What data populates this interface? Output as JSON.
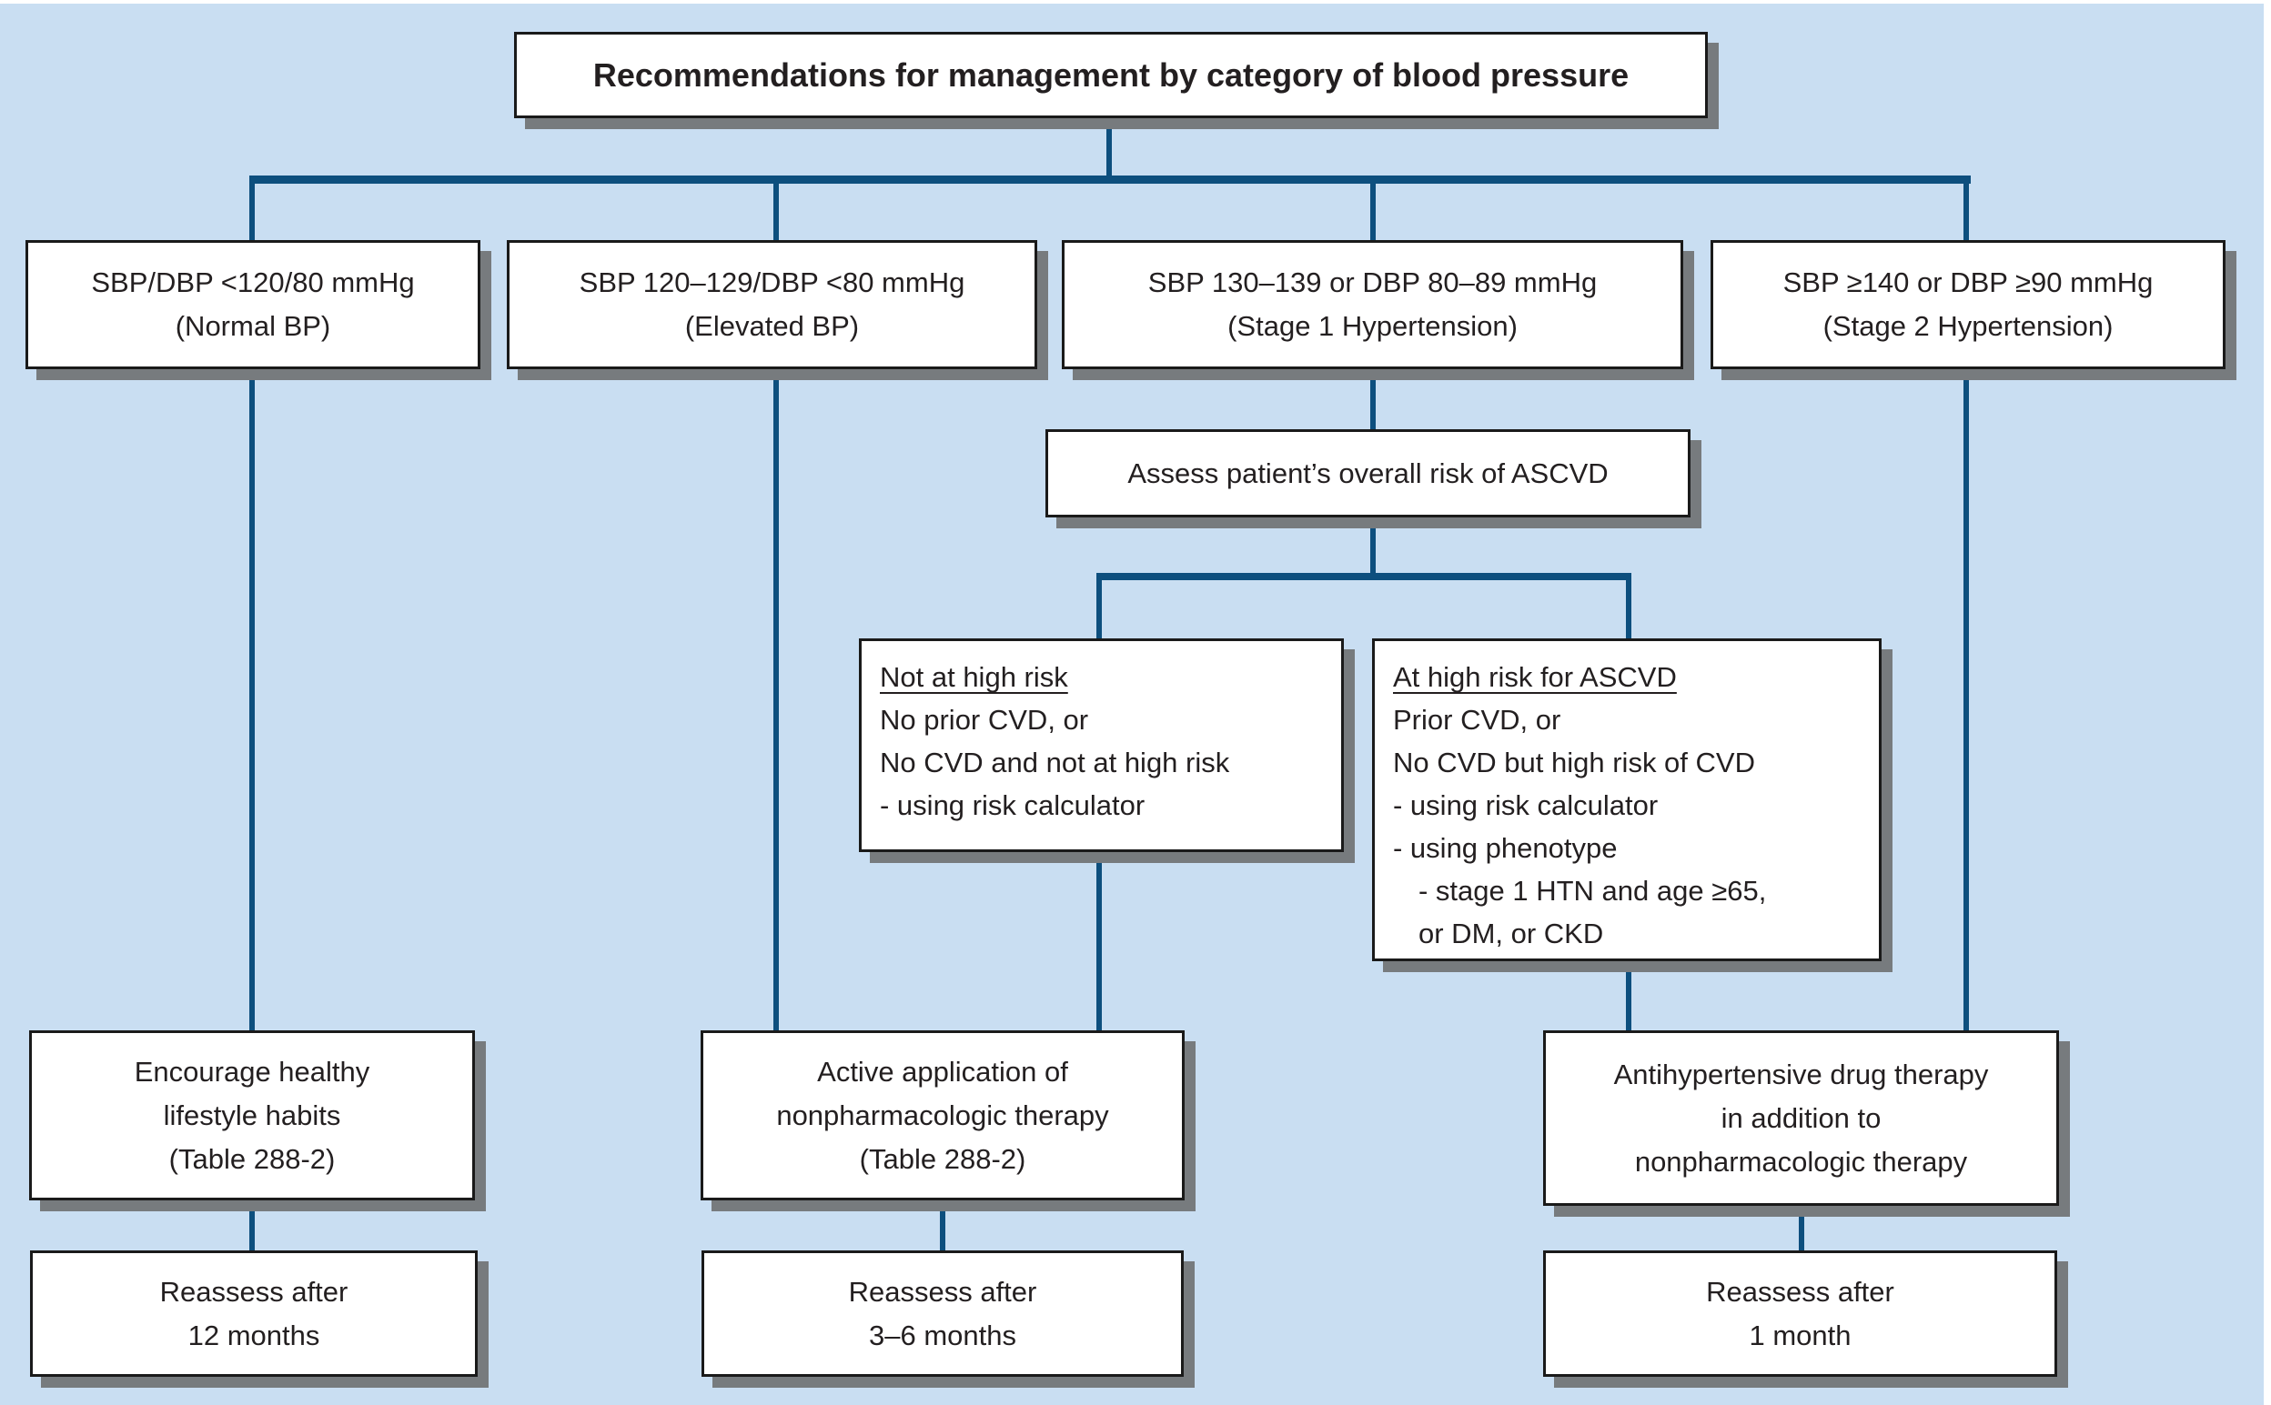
{
  "palette": {
    "background": "#c9def2",
    "connector_line": "#0d4f7e",
    "box_fill": "#ffffff",
    "box_border": "#1a1a1a",
    "box_shadow": "#777b7e",
    "text": "#231f20"
  },
  "diagram": {
    "title": "Recommendations for management by category of blood pressure",
    "categories": [
      {
        "line1": "SBP/DBP <120/80 mmHg",
        "line2": "(Normal BP)"
      },
      {
        "line1": "SBP 120–129/DBP <80 mmHg",
        "line2": "(Elevated BP)"
      },
      {
        "line1": "SBP 130–139 or DBP 80–89 mmHg",
        "line2": "(Stage 1 Hypertension)"
      },
      {
        "line1": "SBP ≥140 or DBP ≥90 mmHg",
        "line2": "(Stage 2 Hypertension)"
      }
    ],
    "assess": "Assess patient’s overall risk of ASCVD",
    "risk_not_high": {
      "heading": "Not at high risk",
      "lines": [
        "No prior CVD, or",
        "No CVD and not at high risk",
        "- using risk calculator"
      ]
    },
    "risk_high": {
      "heading": "At high risk for ASCVD",
      "lines": [
        "Prior CVD, or",
        "No CVD but high risk of CVD",
        "- using risk calculator",
        "- using phenotype",
        "- stage 1 HTN and age ≥65,",
        "or DM, or CKD"
      ]
    },
    "actions": [
      {
        "line1": "Encourage healthy",
        "line2": "lifestyle habits",
        "line3": "(Table 288-2)"
      },
      {
        "line1": "Active application of",
        "line2": "nonpharmacologic therapy",
        "line3": "(Table 288-2)"
      },
      {
        "line1": "Antihypertensive drug therapy",
        "line2": "in addition to",
        "line3": "nonpharmacologic therapy"
      }
    ],
    "reassess": [
      {
        "line1": "Reassess after",
        "line2": "12 months"
      },
      {
        "line1": "Reassess after",
        "line2": "3–6 months"
      },
      {
        "line1": "Reassess after",
        "line2": "1 month"
      }
    ]
  }
}
